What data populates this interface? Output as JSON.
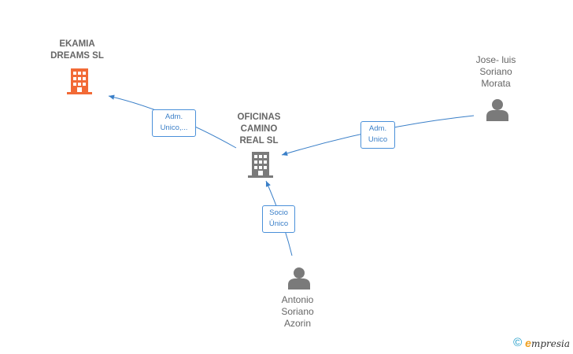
{
  "nodes": {
    "ekamia": {
      "label": "EKAMIA\nDREAMS  SL",
      "type": "company",
      "icon": "building-icon",
      "color": "#f26a36"
    },
    "oficinas": {
      "label": "OFICINAS\nCAMINO\nREAL  SL",
      "type": "company",
      "icon": "building-icon",
      "color": "#7a7a7a"
    },
    "jose": {
      "label": "Jose- luis\nSoriano\nMorata",
      "type": "person",
      "icon": "person-icon",
      "color": "#7a7a7a"
    },
    "antonio": {
      "label": "Antonio\nSoriano\nAzorin",
      "type": "person",
      "icon": "person-icon",
      "color": "#7a7a7a"
    }
  },
  "edges": [
    {
      "from": "oficinas",
      "to": "ekamia",
      "label": "Adm.\nUnico,..."
    },
    {
      "from": "jose",
      "to": "oficinas",
      "label": "Adm.\nUnico"
    },
    {
      "from": "antonio",
      "to": "oficinas",
      "label": "Socio\nÚnico"
    }
  ],
  "footer": {
    "copyright_symbol": "©",
    "brand_initial": "e",
    "brand_rest": "mpresia"
  },
  "colors": {
    "edge": "#3a7fc8",
    "label_border": "#4a90d9"
  }
}
